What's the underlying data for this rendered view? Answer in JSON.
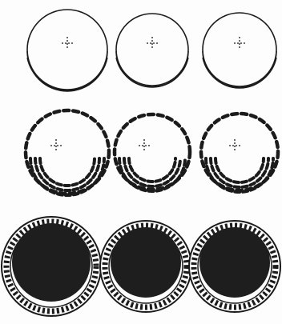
{
  "figure": {
    "rows": [
      {
        "id": "outline",
        "items": [
          "a",
          "b",
          "c"
        ]
      },
      {
        "id": "dashed",
        "items": [
          "a",
          "b",
          "c"
        ]
      },
      {
        "id": "filled",
        "items": [
          "a",
          "b",
          "c"
        ]
      }
    ]
  },
  "colors": {
    "ink": "#1b1b1b",
    "fill": "#1e1e1e",
    "paper": "#fdfdfd"
  }
}
